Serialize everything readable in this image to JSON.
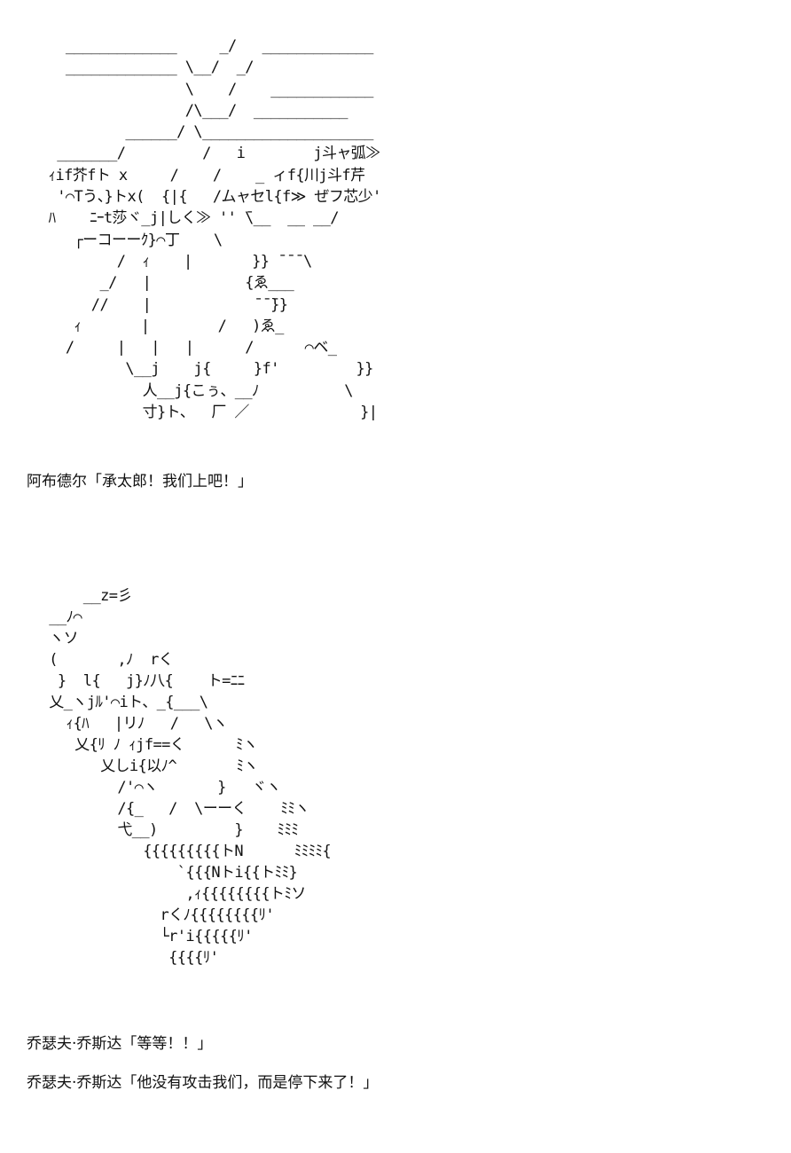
{
  "art_blocks": [
    {
      "text": "   _____________     _/   _____________\n   _____________ \\__/  _/\n                 \\    /    ____________\n                 /\\___/  ___________\n          ______/ \\____________________\n  _______/         /   i        j斗ャ弧≫\n ｨif芥fト x     /    /    _ ィf{川j斗f芹\n  '⌒Tう、}トx(  {|{   /ムャセl{f≫ ぜフ芯少'\n ﾊ    ﾆｰt莎ヾ_j|しく≫ '' ̄\\__  __ __/\n    ┌ーコーーｸ}⌒丁    \\\n         /  ｨ    |       }} ̄ ̄ ̄ \\\n       _/   |           {ゑ___\n      //    |            ̄ ̄ ̄}}\n    ｨ       |        /   )ゑ_\n   /     |   |   |      /      ⌒ベ_\n          \\__j    j{     }f'         }}\n            人__j{こぅ、__ﾉ          \\\n            寸}ト、  厂 ／             }|"
    },
    {
      "text": "      __z=彡\n  __ﾉ⌒\n  ヽソ\n  (       ,ﾉ  rく\n   }  l{   j}ﾉ八{    ト=ﾆﾆ\n  乂_ヽjﾙ'⌒iト、_{___\\\n    ｨ{ﾊ   |リﾉ   /   \\ヽ\n     乂{ﾘ ﾉ ｨjf==く      ﾐヽ\n        乂しi{以ﾉ^       ﾐヽ\n          /'⌒ヽ       }   ヾヽ\n          /{_   /  \\ーーく    ﾐﾐヽ\n          弋__)         }    ﾐﾐﾐ\n             {{{{{{{{{トN      ﾐﾐﾐﾐ{\n                 `{{{Nトi{{トﾐﾐ}\n                  ,ｨ{{{{{{{{トﾐソ\n               rくﾉ{{{{{{{{ﾘ'\n               └r'i{{{{{ﾘ'\n                {{{{ﾘ'"
    }
  ],
  "dialogue": [
    "阿布德尔「承太郎！我们上吧！」",
    "乔瑟夫·乔斯达「等等！！」",
    "乔瑟夫·乔斯达「他没有攻击我们，而是停下来了！」"
  ]
}
